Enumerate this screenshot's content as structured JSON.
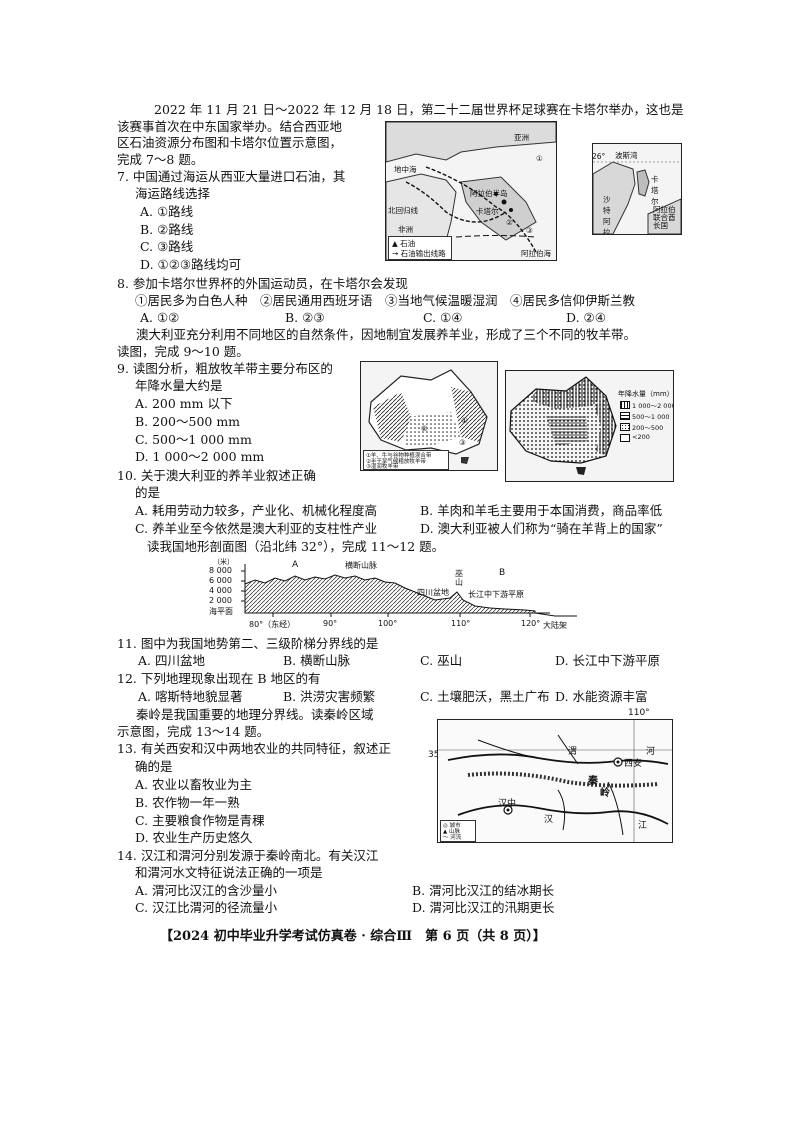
{
  "intro1": {
    "l1": "2022 年 11 月 21 日～2022 年 12 月 18 日，第二十二届世界杯足球赛在卡塔尔举办，这也是",
    "l2": "该赛事首次在中东国家举办。结合西亚地",
    "l3": "区石油资源分布图和卡塔尔位置示意图，",
    "l4": "完成 7～8 题。"
  },
  "q7": {
    "stem1": "7. 中国通过海运从西亚大量进口石油，其",
    "stem2": "海运路线选择",
    "a": "A. ①路线",
    "b": "B. ②路线",
    "c": "C. ③路线",
    "d": "D. ①②③路线均可"
  },
  "q8": {
    "stem": "8. 参加卡塔尔世界杯的外国运动员，在卡塔尔会发现",
    "opts": "①居民多为白色人种　②居民通用西班牙语　③当地气候温暖湿润　④居民多信仰伊斯兰教",
    "a": "A. ①②",
    "b": "B. ②③",
    "c": "C. ①④",
    "d": "D. ②④"
  },
  "intro2": {
    "l1": "澳大利亚充分利用不同地区的自然条件，因地制宜发展养羊业，形成了三个不同的牧羊带。",
    "l2": "读图，完成 9～10 题。"
  },
  "q9": {
    "stem1": "9. 读图分析，粗放牧羊带主要分布区的",
    "stem2": "年降水量大约是",
    "a": "A. 200 mm 以下",
    "b": "B. 200～500 mm",
    "c": "C. 500～1 000 mm",
    "d": "D. 1 000～2 000 mm"
  },
  "q10": {
    "stem1": "10. 关于澳大利亚的养羊业叙述正确",
    "stem2": "的是",
    "a": "A. 耗用劳动力较多，产业化、机械化程度高",
    "b": "B. 羊肉和羊毛主要用于本国消费，商品率低",
    "c": "C. 养羊业至今依然是澳大利亚的支柱性产业",
    "d": "D. 澳大利亚被人们称为“骑在羊背上的国家”"
  },
  "intro3": "读我国地形剖面图（沿北纬 32°），完成 11～12 题。",
  "q11": {
    "stem": "11. 图中为我国地势第二、三级阶梯分界线的是",
    "a": "A. 四川盆地",
    "b": "B. 横断山脉",
    "c": "C. 巫山",
    "d": "D. 长江中下游平原"
  },
  "q12": {
    "stem": "12. 下列地理现象出现在 B 地区的有",
    "a": "A. 喀斯特地貌显著",
    "b": "B. 洪涝灾害频繁",
    "c": "C. 土壤肥沃，黑土广布",
    "d": "D. 水能资源丰富"
  },
  "intro4": {
    "l1": "秦岭是我国重要的地理分界线。读秦岭区域",
    "l2": "示意图，完成 13～14 题。"
  },
  "q13": {
    "stem1": "13. 有关西安和汉中两地农业的共同特征，叙述正",
    "stem2": "确的是",
    "a": "A. 农业以畜牧业为主",
    "b": "B. 农作物一年一熟",
    "c": "C. 主要粮食作物是青稞",
    "d": "D. 农业生产历史悠久"
  },
  "q14": {
    "stem1": "14. 汉江和渭河分别发源于秦岭南北。有关汉江",
    "stem2": "和渭河水文特征说法正确的一项是",
    "a": "A. 渭河比汉江的含沙量小",
    "b": "B. 渭河比汉江的结冰期长",
    "c": "C. 汉江比渭河的径流量小",
    "d": "D. 渭河比汉江的汛期更长"
  },
  "map1": {
    "asia": "亚洲",
    "med": "地中海",
    "arabia": "阿拉伯半岛",
    "qatar": "卡塔尔",
    "tropic": "北回归线",
    "africa": "非洲",
    "arabsea": "阿拉伯海",
    "leg1": "石油",
    "leg2": "石油输出线路",
    "r1": "①",
    "r2": "②",
    "r3": "③"
  },
  "map2": {
    "lat": "26°",
    "gulf": "波斯湾",
    "qatar": "卡塔尔",
    "saudi": "沙特阿拉伯",
    "uae": "阿拉伯联合酋长国"
  },
  "map3": {
    "leg1": "①羊、牛与谷物种植混合带",
    "leg2": "②半干旱气候粗放牧羊带",
    "leg3": "③湿润牧羊带",
    "z1": "①",
    "z2": "②",
    "z3": "③"
  },
  "map4": {
    "title": "年降水量（mm）",
    "leg": [
      "1 000～2 000",
      "500～1 000",
      "200～500",
      "<200"
    ]
  },
  "profile": {
    "yunit": "（米）",
    "yticks": [
      "8 000",
      "6 000",
      "4 000",
      "2 000"
    ],
    "sea": "海平面",
    "xticks": [
      "80°（东经）",
      "90°",
      "100°",
      "110°",
      "120°"
    ],
    "A": "A",
    "B": "B",
    "hengduan": "横断山脉",
    "sichuan": "四川盆地",
    "wushan1": "巫",
    "wushan2": "山",
    "plain": "长江中下游平原",
    "shelf": "大陆架"
  },
  "map5": {
    "lon": "110°",
    "lat": "35°",
    "weihe": "渭",
    "he": "河",
    "xian": "西安",
    "qin": "秦",
    "ling": "岭",
    "hanzhong": "汉中",
    "han": "汉",
    "jiang": "江",
    "leg1": "城市",
    "leg2": "山脉",
    "leg3": "河流"
  },
  "footer": "【2024 初中毕业升学考试仿真卷 · 综合Ⅲ　第 6 页（共 8 页）】"
}
